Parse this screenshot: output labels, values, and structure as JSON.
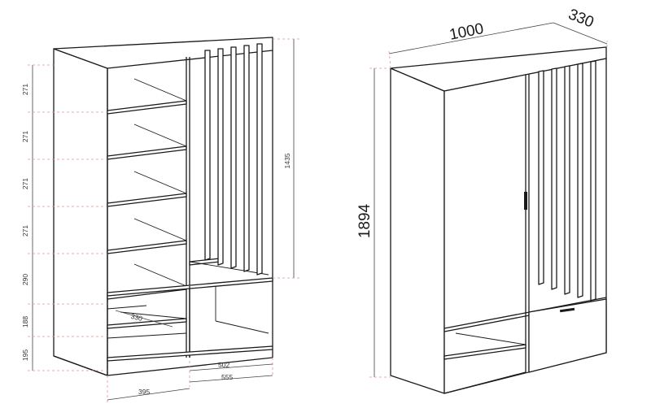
{
  "left_view": {
    "height_dims": [
      "271",
      "271",
      "271",
      "271",
      "290",
      "188",
      "195"
    ],
    "right_height": "1435",
    "depth_inner": "330",
    "bottom_dims": [
      "502",
      "555",
      "395"
    ]
  },
  "right_view": {
    "width": "1000",
    "depth": "330",
    "height": "1894"
  }
}
